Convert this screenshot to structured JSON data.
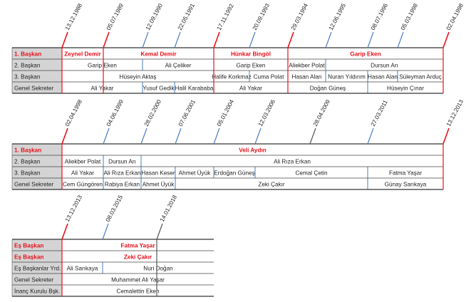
{
  "colors": {
    "red": "#e8101a",
    "blue": "#4a7fc0",
    "dark": "#555555",
    "label_bg": "#d4d4d4",
    "text": "#222222"
  },
  "timelines": [
    {
      "dates": [
        {
          "label": "13.12.1988",
          "color": "red"
        },
        {
          "label": "05.07.1989",
          "color": "red"
        },
        {
          "label": "12.09.1990",
          "color": "blue"
        },
        {
          "label": "22.05.1991",
          "color": "blue"
        },
        {
          "label": "17.11.1992",
          "color": "red"
        },
        {
          "label": "20.09.1993",
          "color": "blue"
        },
        {
          "label": "29.03.1994",
          "color": "red"
        },
        {
          "label": "12.06.1995",
          "color": "blue"
        },
        {
          "label": "08.07.1996",
          "color": "blue"
        },
        {
          "label": "05.03.1998",
          "color": "blue"
        },
        {
          "label": "02.04.1998",
          "color": "red"
        }
      ],
      "rows": [
        {
          "label": "1. Başkan",
          "highlight": true,
          "cells": [
            {
              "text": "Zeynel Demir",
              "from": 0,
              "to": 1
            },
            {
              "text": "Kemal Demir",
              "from": 1,
              "to": 4
            },
            {
              "text": "Hünkar Bingöl",
              "from": 4,
              "to": 6
            },
            {
              "text": "Garip Eken",
              "from": 6,
              "to": 10
            }
          ]
        },
        {
          "label": "2. Başkan",
          "cells": [
            {
              "text": "Garip Eken",
              "from": 0,
              "to": 2
            },
            {
              "text": "Ali Çeliker",
              "from": 2,
              "to": 4
            },
            {
              "text": "Garip Eken",
              "from": 4,
              "to": 6
            },
            {
              "text": "Aliekber Polat",
              "from": 6,
              "to": 7
            },
            {
              "text": "Dursun Arı",
              "from": 7,
              "to": 10
            }
          ]
        },
        {
          "label": "3. Başkan",
          "cells": [
            {
              "text": "Hüseyin Aktaş",
              "from": 0,
              "to": 4
            },
            {
              "text": "Halife Korkmaz",
              "from": 4,
              "to": 5
            },
            {
              "text": "Cuma Polat",
              "from": 5,
              "to": 6
            },
            {
              "text": "Hasan Alan",
              "from": 6,
              "to": 7
            },
            {
              "text": "Nuran Yıldırım",
              "from": 7,
              "to": 8
            },
            {
              "text": "Hasan Alan",
              "from": 8,
              "to": 9
            },
            {
              "text": "Süleyman Arduç",
              "from": 9,
              "to": 10
            }
          ]
        },
        {
          "label": "Genel Sekreter",
          "cells": [
            {
              "text": "Ali Yakar",
              "from": 0,
              "to": 2
            },
            {
              "text": "Yusuf Gedik",
              "from": 2,
              "to": 3
            },
            {
              "text": "Halil Karababa",
              "from": 3,
              "to": 4
            },
            {
              "text": "Ali Yakar",
              "from": 4,
              "to": 6
            },
            {
              "text": "Doğan Güneş",
              "from": 6,
              "to": 8
            },
            {
              "text": "Hüseyin Çınar",
              "from": 8,
              "to": 10
            }
          ]
        }
      ]
    },
    {
      "dates": [
        {
          "label": "02.04.1998",
          "color": "red"
        },
        {
          "label": "04.06.1999",
          "color": "blue"
        },
        {
          "label": "28.02.2000",
          "color": "blue"
        },
        {
          "label": "07.06.2001",
          "color": "blue"
        },
        {
          "label": "05.01.2004",
          "color": "blue"
        },
        {
          "label": "12.03.2006",
          "color": "blue"
        },
        {
          "label": "28.04.2009",
          "color": "dark"
        },
        {
          "label": "27.03.2011",
          "color": "blue"
        },
        {
          "label": "13.12.2013",
          "color": "red"
        }
      ],
      "rows": [
        {
          "label": "1. Başkan",
          "highlight": true,
          "cells": [
            {
              "text": "Veli Aydın",
              "from": 0,
              "to": 8
            }
          ]
        },
        {
          "label": "2. Başkan",
          "cells": [
            {
              "text": "Aliekber Polat",
              "from": 0,
              "to": 1
            },
            {
              "text": "Dursun Arı",
              "from": 1,
              "to": 2
            },
            {
              "text": "Ali Rıza Erkan",
              "from": 2,
              "to": 8
            }
          ]
        },
        {
          "label": "3. Başkan",
          "cells": [
            {
              "text": "Ali Yakar",
              "from": 0,
              "to": 1
            },
            {
              "text": "Ali Rıza Erkan",
              "from": 1,
              "to": 2
            },
            {
              "text": "Hasan Keser",
              "from": 2,
              "to": 3
            },
            {
              "text": "Ahmet Üyük",
              "from": 3,
              "to": 4
            },
            {
              "text": "Erdoğan Güneş",
              "from": 4,
              "to": 5
            },
            {
              "text": "Cemal Çetin",
              "from": 5,
              "to": 7
            },
            {
              "text": "Fatma Yaşar",
              "from": 7,
              "to": 8
            }
          ]
        },
        {
          "label": "Genel Sekreter",
          "cells": [
            {
              "text": "Cem Güngören",
              "from": 0,
              "to": 1
            },
            {
              "text": "Rabiya Erkan",
              "from": 1,
              "to": 2
            },
            {
              "text": "Ahmet Üyük",
              "from": 2,
              "to": 3
            },
            {
              "text": "Zeki Çakır",
              "from": 3,
              "to": 7
            },
            {
              "text": "Günay Sarıkaya",
              "from": 7,
              "to": 8
            }
          ]
        }
      ]
    },
    {
      "dates": [
        {
          "label": "13.12.2013",
          "color": "red"
        },
        {
          "label": "08.03.2015",
          "color": "blue"
        },
        {
          "label": "14.01.2018",
          "color": "dark"
        }
      ],
      "rows": [
        {
          "label": "Eş Başkan",
          "highlight": true,
          "cells": [
            {
              "text": "Fatma Yaşar",
              "from": 0,
              "to": 3
            }
          ]
        },
        {
          "label": "Eş Başkan",
          "highlight": true,
          "cells": [
            {
              "text": "Zeki Çakır",
              "from": 0,
              "to": 3
            }
          ]
        },
        {
          "label": "Eş Başkanlar Yrd.",
          "cells": [
            {
              "text": "Ali Sarıkaya",
              "from": 0,
              "to": 1
            },
            {
              "text": "Nuri Doğan",
              "from": 1,
              "to": 3
            }
          ]
        },
        {
          "label": "Genel Sekreter",
          "cells": [
            {
              "text": "Muhammet Ali Yaşar",
              "from": 0,
              "to": 3
            }
          ]
        },
        {
          "label": "İnanç Kurulu Bşk.",
          "cells": [
            {
              "text": "Cemalettin Eken",
              "from": 0,
              "to": 3
            }
          ]
        }
      ]
    }
  ]
}
